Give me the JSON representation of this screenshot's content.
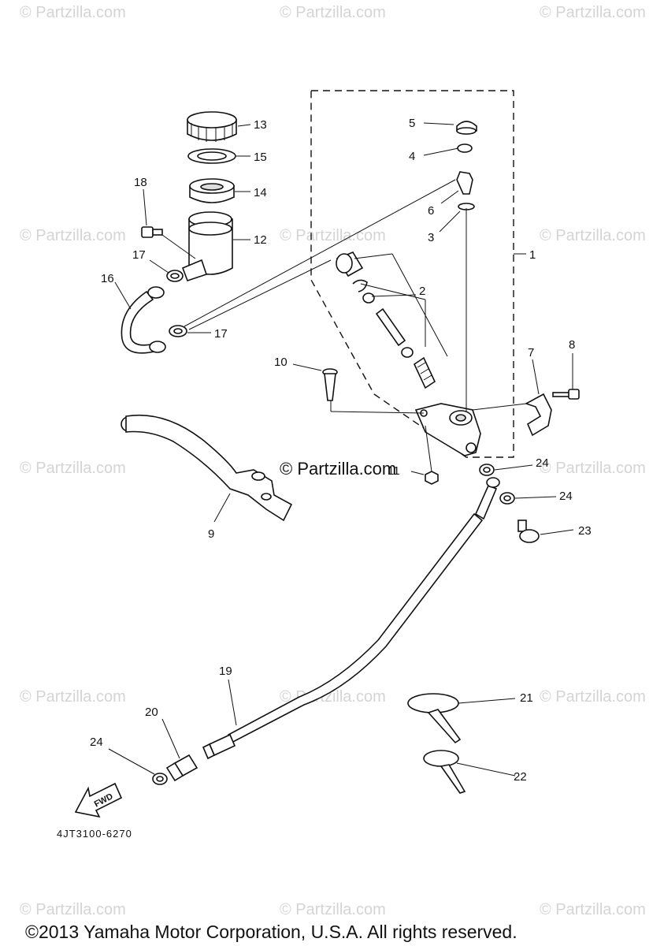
{
  "watermark": "© Partzilla.com",
  "diagram_code": "4JT3100-6270",
  "fwd_label": "FWD",
  "copyright": "©2013 Yamaha Motor Corporation, U.S.A. All rights reserved.",
  "callouts": {
    "c1": "1",
    "c2": "2",
    "c3": "3",
    "c4": "4",
    "c5": "5",
    "c6": "6",
    "c7": "7",
    "c8": "8",
    "c9": "9",
    "c10": "10",
    "c11": "11",
    "c12": "12",
    "c13": "13",
    "c14": "14",
    "c15": "15",
    "c16": "16",
    "c17a": "17",
    "c17b": "17",
    "c18": "18",
    "c19": "19",
    "c20": "20",
    "c21": "21",
    "c22": "22",
    "c23": "23",
    "c24a": "24",
    "c24b": "24",
    "c24c": "24"
  }
}
